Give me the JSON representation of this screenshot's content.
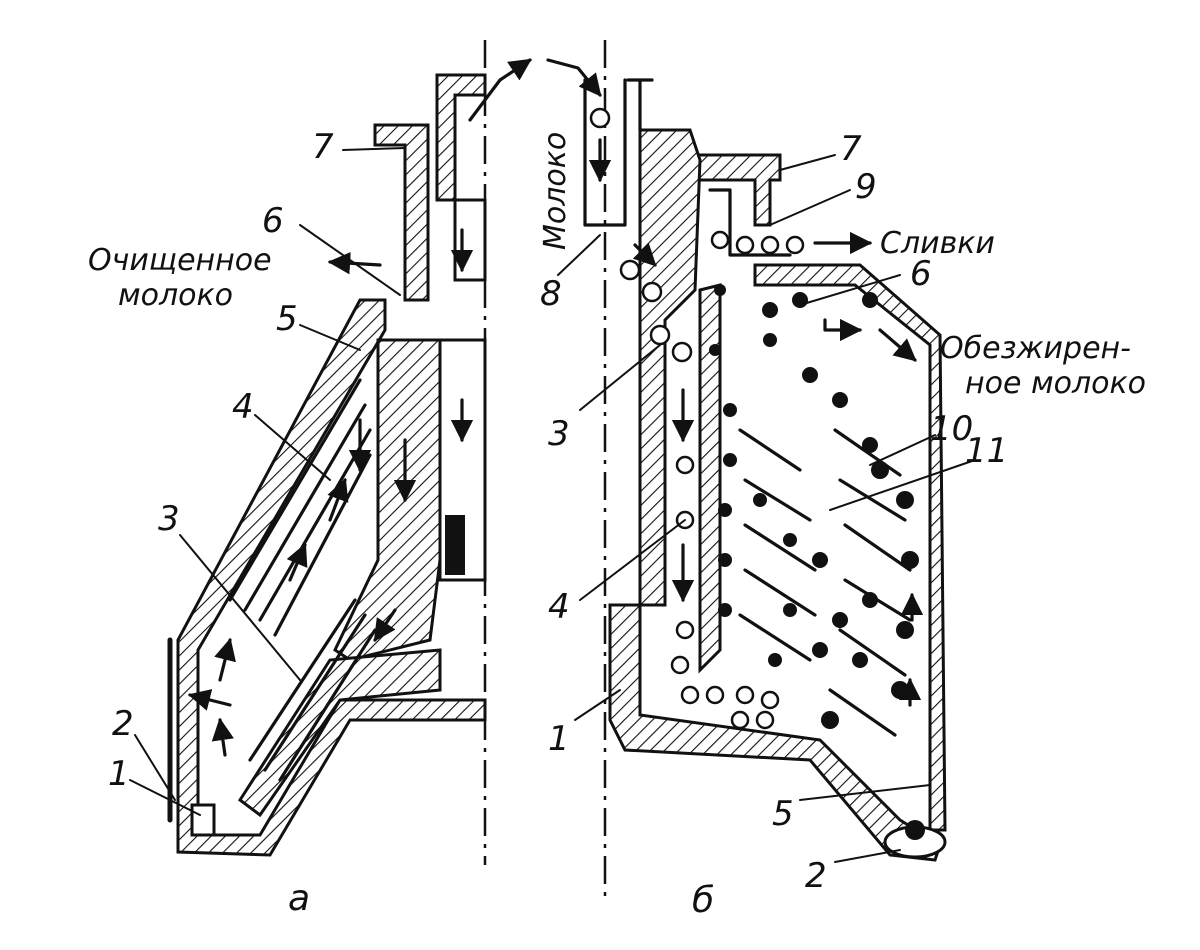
{
  "figure": {
    "panel_a": {
      "label": "а",
      "outlet_label_line1": "Очищенное",
      "outlet_label_line2": "молоко",
      "callouts": [
        "1",
        "2",
        "3",
        "4",
        "5",
        "6",
        "7"
      ]
    },
    "panel_b": {
      "label": "б",
      "inlet_label": "Молоко",
      "cream_label": "Сливки",
      "skim_label_line1": "Обезжирен-",
      "skim_label_line2": "ное молоко",
      "callouts": [
        "1",
        "2",
        "3",
        "4",
        "5",
        "6",
        "7",
        "8",
        "9",
        "10",
        "11"
      ]
    }
  }
}
